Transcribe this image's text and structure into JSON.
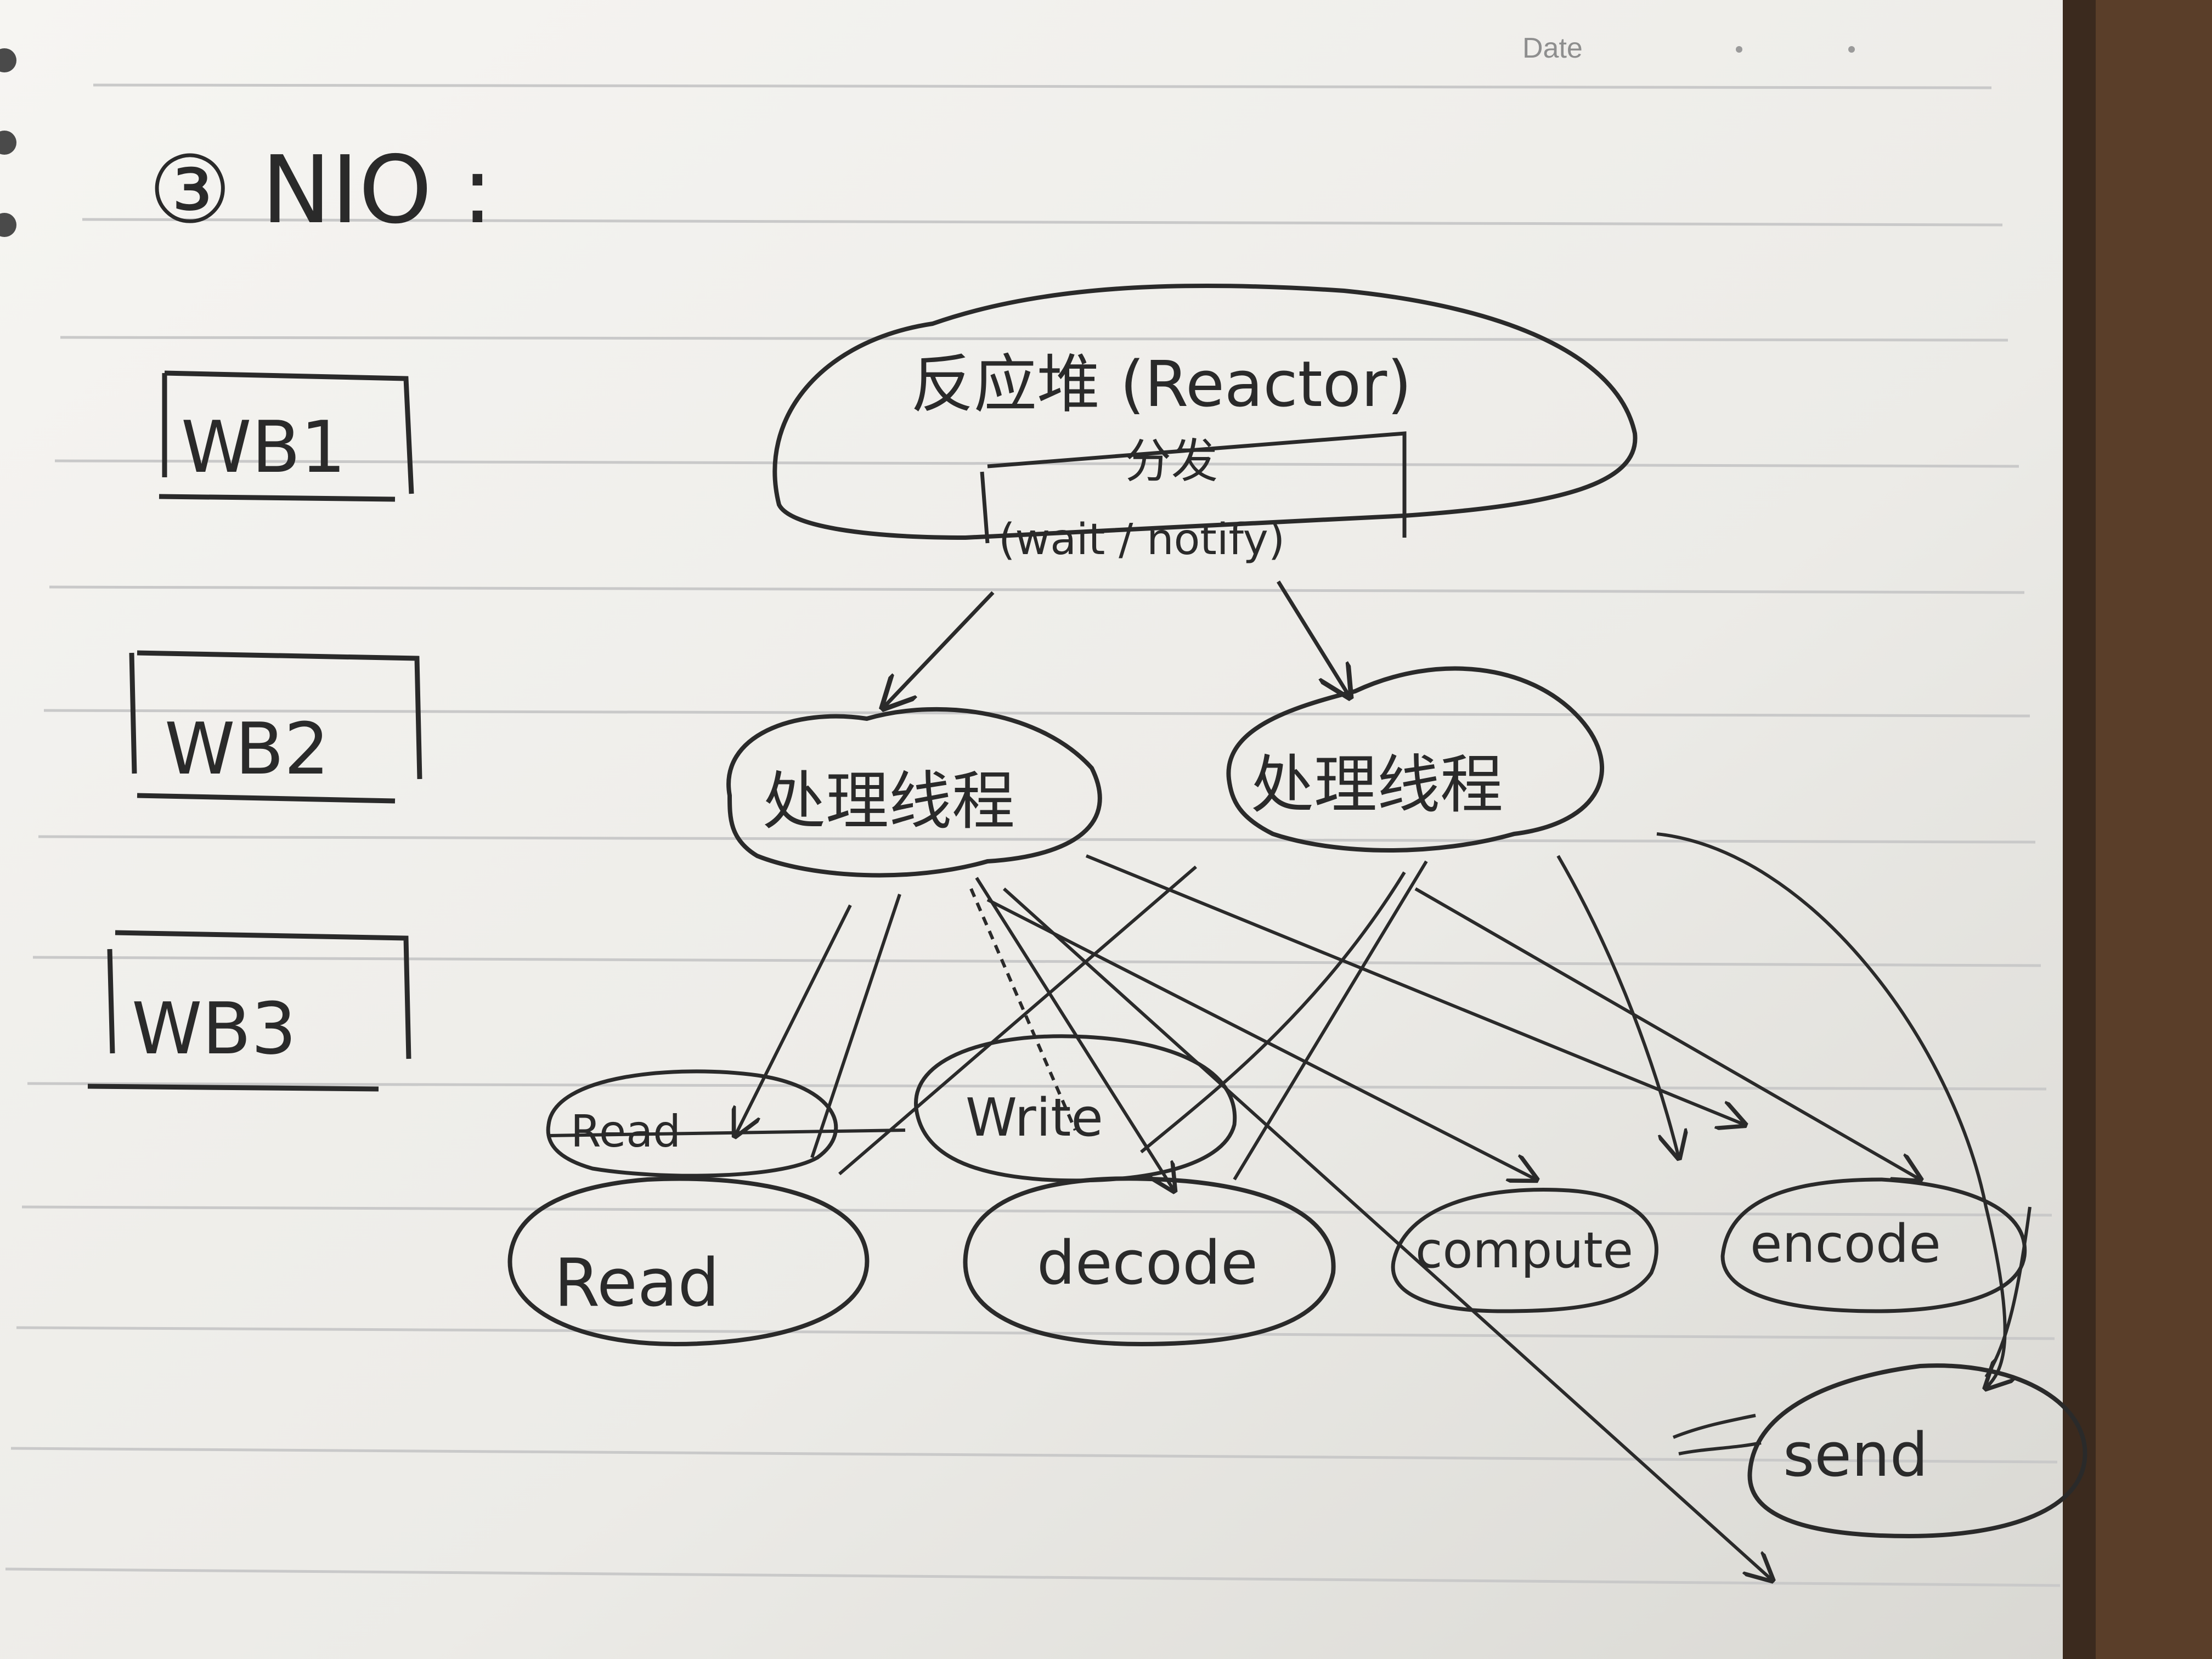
{
  "header": {
    "date_label": "Date"
  },
  "title": "③ NIO :",
  "side_labels": [
    "WB1",
    "WB2",
    "WB3"
  ],
  "reactor": {
    "label": "反应堆 (Reactor)",
    "dispatch": "分发",
    "method": "(wait / notify)"
  },
  "handlers": [
    "处理线程",
    "处理线程"
  ],
  "tasks": {
    "read_top": "Read",
    "write": "Write",
    "read": "Read",
    "decode": "decode",
    "compute": "compute",
    "encode": "encode",
    "send": "send"
  },
  "colors": {
    "paper": "#eeedea",
    "ink": "#2a2a2a",
    "rule": "#c9c9c9",
    "desk": "#3b2a1e"
  }
}
